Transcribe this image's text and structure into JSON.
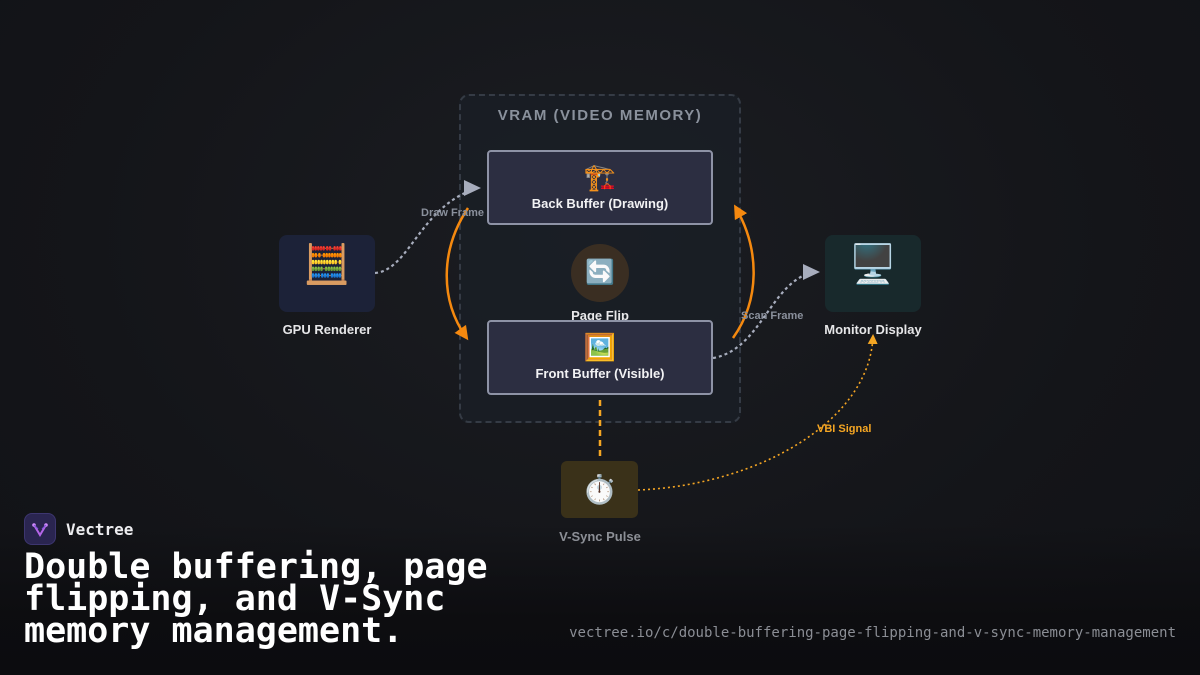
{
  "diagram": {
    "vram": {
      "title": "VRAM (VIDEO MEMORY)"
    },
    "back_buffer": {
      "icon": "construction-crane-icon",
      "emoji": "🏗️",
      "label": "Back Buffer (Drawing)"
    },
    "front_buffer": {
      "icon": "framed-picture-icon",
      "emoji": "🖼️",
      "label": "Front Buffer (Visible)"
    },
    "page_flip": {
      "icon": "refresh-arrows-icon",
      "emoji": "🔄",
      "label": "Page Flip"
    },
    "gpu": {
      "icon": "abacus-icon",
      "emoji": "🧮",
      "label": "GPU Renderer"
    },
    "monitor": {
      "icon": "desktop-computer-icon",
      "emoji": "🖥️",
      "label": "Monitor Display"
    },
    "vsync": {
      "icon": "stopwatch-icon",
      "emoji": "⏱️",
      "label": "V-Sync Pulse"
    },
    "edges": {
      "draw_frame": "Draw Frame",
      "scan_frame": "Scan Frame",
      "vbi_signal": "VBI Signal"
    },
    "colors": {
      "accent_orange": "#f5890f",
      "signal_yellow": "#f5a623",
      "connector_gray": "#a7adbd"
    }
  },
  "brand": {
    "name": "Vectree"
  },
  "headline": "Double buffering, page flipping, and V-Sync memory management.",
  "url": "vectree.io/c/double-buffering-page-flipping-and-v-sync-memory-management"
}
